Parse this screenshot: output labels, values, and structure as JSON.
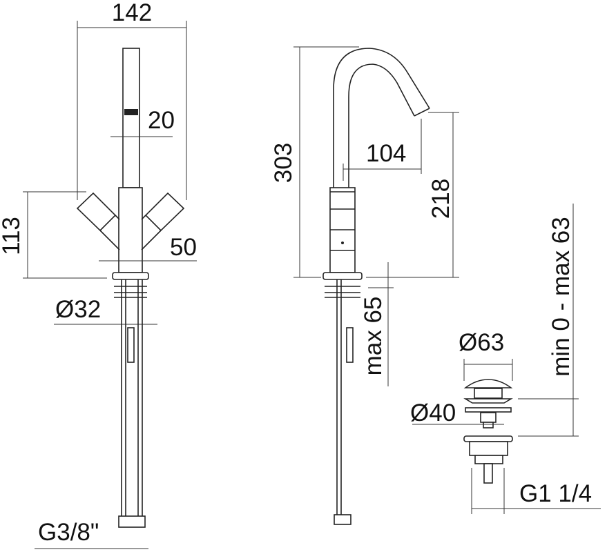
{
  "drawing": {
    "front_view": {
      "width_overall": "142",
      "spout_diameter": "20",
      "handle_height": "113",
      "body_width": "50",
      "base_diameter": "Ø32",
      "hose_connection": "G3/8\""
    },
    "side_view": {
      "height_overall": "303",
      "spout_reach": "104",
      "spout_height": "218",
      "max_deck_thickness": "max 65"
    },
    "drain": {
      "cap_diameter": "Ø63",
      "stem_diameter": "Ø40",
      "thread": "G1 1/4",
      "lift_range": "min 0 - max 63"
    }
  }
}
